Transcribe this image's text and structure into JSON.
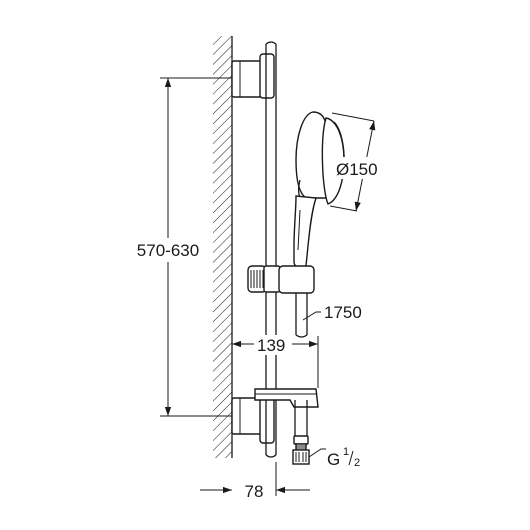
{
  "dimensions": {
    "height_range": "570-630",
    "spray_diameter": "Ø150",
    "hose_length": "1750",
    "projection": "139",
    "wall_offset": "78",
    "thread_prefix": "G",
    "thread_numerator": "1",
    "thread_denominator": "2"
  }
}
